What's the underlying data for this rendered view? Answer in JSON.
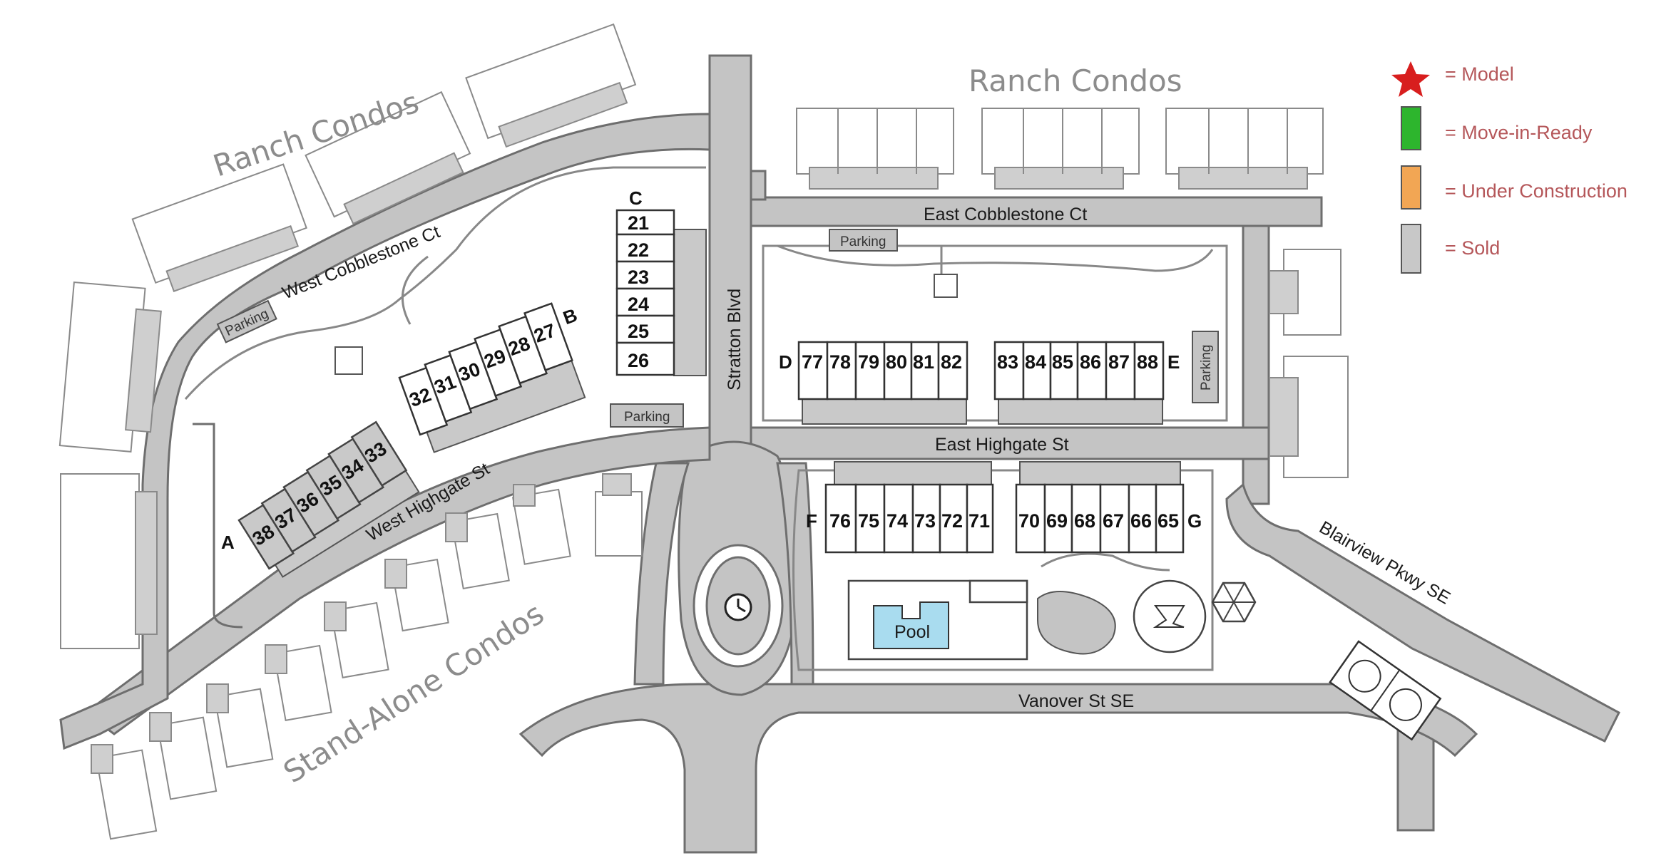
{
  "legend": {
    "items": [
      {
        "key": "model",
        "label": "= Model",
        "icon": "star-icon",
        "color": "#d81e1e"
      },
      {
        "key": "move_in_ready",
        "label": "= Move-in-Ready",
        "icon": "green-unit-icon",
        "color": "#2db52d"
      },
      {
        "key": "under_construction",
        "label": "= Under Construction",
        "icon": "orange-unit-icon",
        "color": "#f2a654"
      },
      {
        "key": "sold",
        "label": "= Sold",
        "icon": "gray-unit-icon",
        "color": "#c8c8c8"
      }
    ]
  },
  "areas": {
    "ranch_condos_west": "Ranch Condos",
    "ranch_condos_north": "Ranch Condos",
    "stand_alone_condos": "Stand-Alone Condos"
  },
  "streets": {
    "east_cobblestone": "East Cobblestone Ct",
    "west_cobblestone": "West Cobblestone Ct",
    "stratton": "Stratton Blvd",
    "east_highgate": "East Highgate St",
    "west_highgate": "West Highgate St",
    "blairview": "Blairview Pkwy SE",
    "vanover": "Vanover St SE"
  },
  "amenities": {
    "parking": "Parking",
    "pool": "Pool",
    "clock_icon": "clock-icon",
    "gazebo_icon": "gazebo-icon",
    "courts_icon": "sport-courts-icon"
  },
  "buildings": {
    "A": {
      "letter": "A",
      "units": [
        "38",
        "37",
        "36",
        "35",
        "34",
        "33"
      ],
      "status": "sold"
    },
    "B": {
      "letter": "B",
      "units": [
        "32",
        "31",
        "30",
        "29",
        "28",
        "27"
      ],
      "status": "available"
    },
    "C": {
      "letter": "C",
      "units": [
        "21",
        "22",
        "23",
        "24",
        "25",
        "26"
      ],
      "status": "available"
    },
    "D": {
      "letter": "D",
      "units": [
        "77",
        "78",
        "79",
        "80",
        "81",
        "82"
      ],
      "status": "available"
    },
    "E": {
      "letter": "E",
      "units": [
        "83",
        "84",
        "85",
        "86",
        "87",
        "88"
      ],
      "status": "available"
    },
    "F": {
      "letter": "F",
      "units": [
        "76",
        "75",
        "74",
        "73",
        "72",
        "71"
      ],
      "status": "available"
    },
    "G": {
      "letter": "G",
      "units": [
        "70",
        "69",
        "68",
        "67",
        "66",
        "65"
      ],
      "status": "available"
    }
  }
}
